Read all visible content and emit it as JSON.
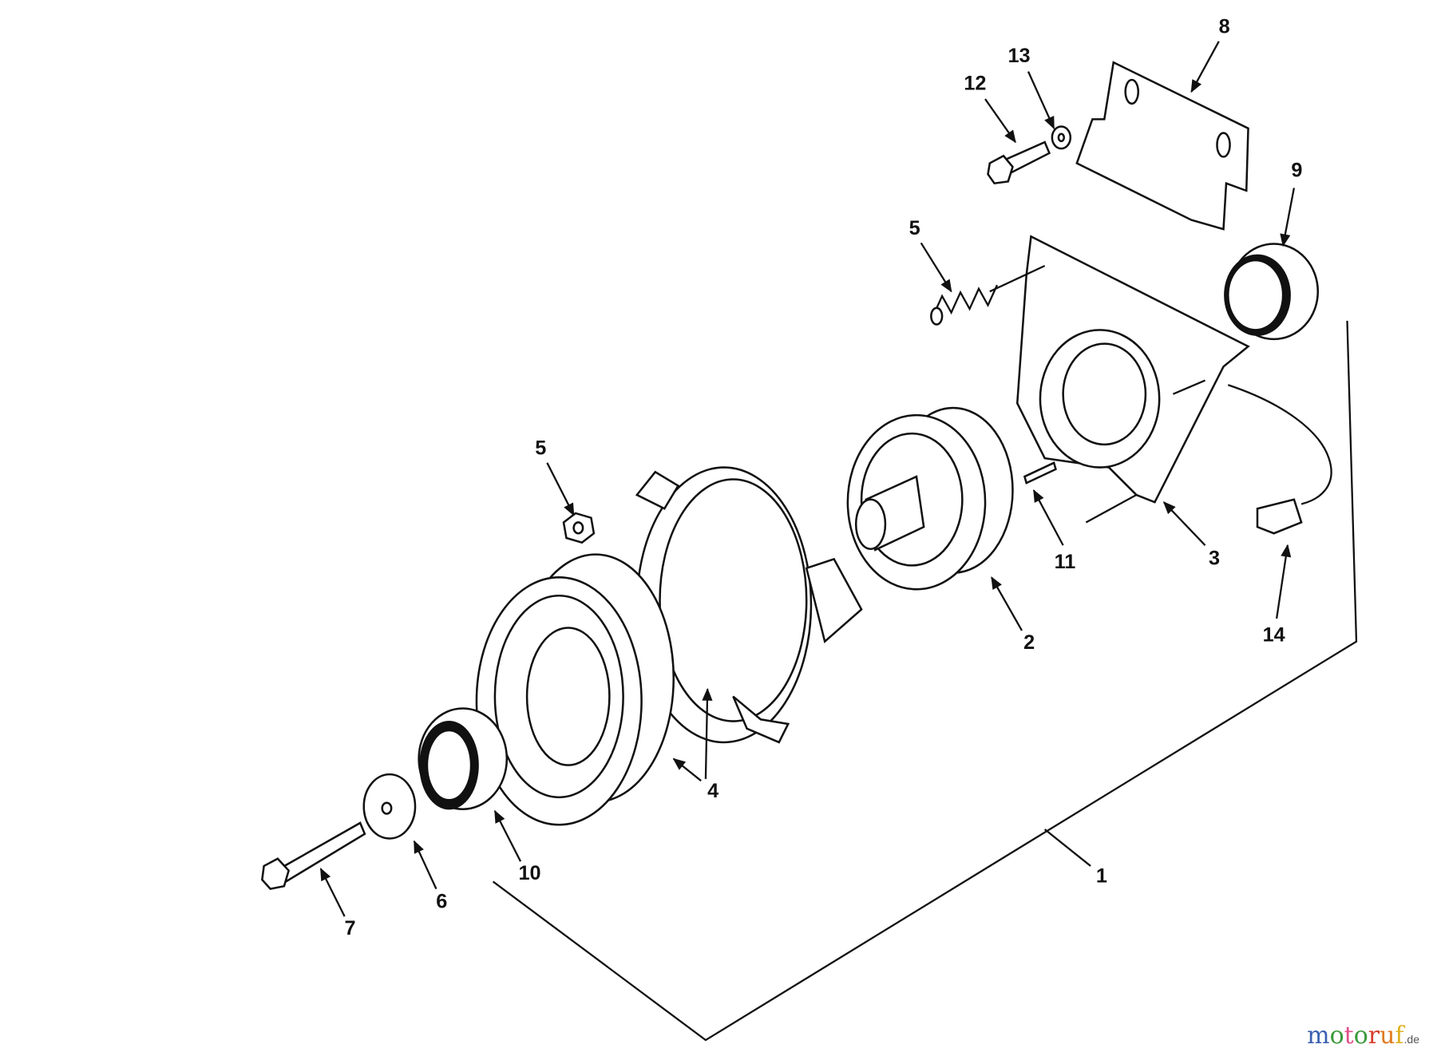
{
  "diagram": {
    "callouts": [
      {
        "id": "8",
        "label": "8",
        "part": "mounting-bracket"
      },
      {
        "id": "13",
        "label": "13",
        "part": "washer"
      },
      {
        "id": "12",
        "label": "12",
        "part": "bolt"
      },
      {
        "id": "9",
        "label": "9",
        "part": "bearing"
      },
      {
        "id": "5a",
        "label": "5",
        "part": "spring"
      },
      {
        "id": "5b",
        "label": "5",
        "part": "nut"
      },
      {
        "id": "11",
        "label": "11",
        "part": "pin"
      },
      {
        "id": "3",
        "label": "3",
        "part": "field-housing"
      },
      {
        "id": "2",
        "label": "2",
        "part": "armature"
      },
      {
        "id": "14",
        "label": "14",
        "part": "connector"
      },
      {
        "id": "4",
        "label": "4",
        "part": "pulley-and-brake-ring"
      },
      {
        "id": "10",
        "label": "10",
        "part": "bearing"
      },
      {
        "id": "6",
        "label": "6",
        "part": "washer"
      },
      {
        "id": "7",
        "label": "7",
        "part": "bolt"
      },
      {
        "id": "1",
        "label": "1",
        "part": "clutch-assembly"
      }
    ]
  },
  "watermark": {
    "letters": [
      "m",
      "o",
      "t",
      "o",
      "r",
      "u",
      "f"
    ],
    "suffix": ".de",
    "colors": [
      "#3a5fb0",
      "#3a9a3a",
      "#e0508a",
      "#3a9a3a",
      "#d83a2a",
      "#e07a20",
      "#e0b020"
    ]
  }
}
